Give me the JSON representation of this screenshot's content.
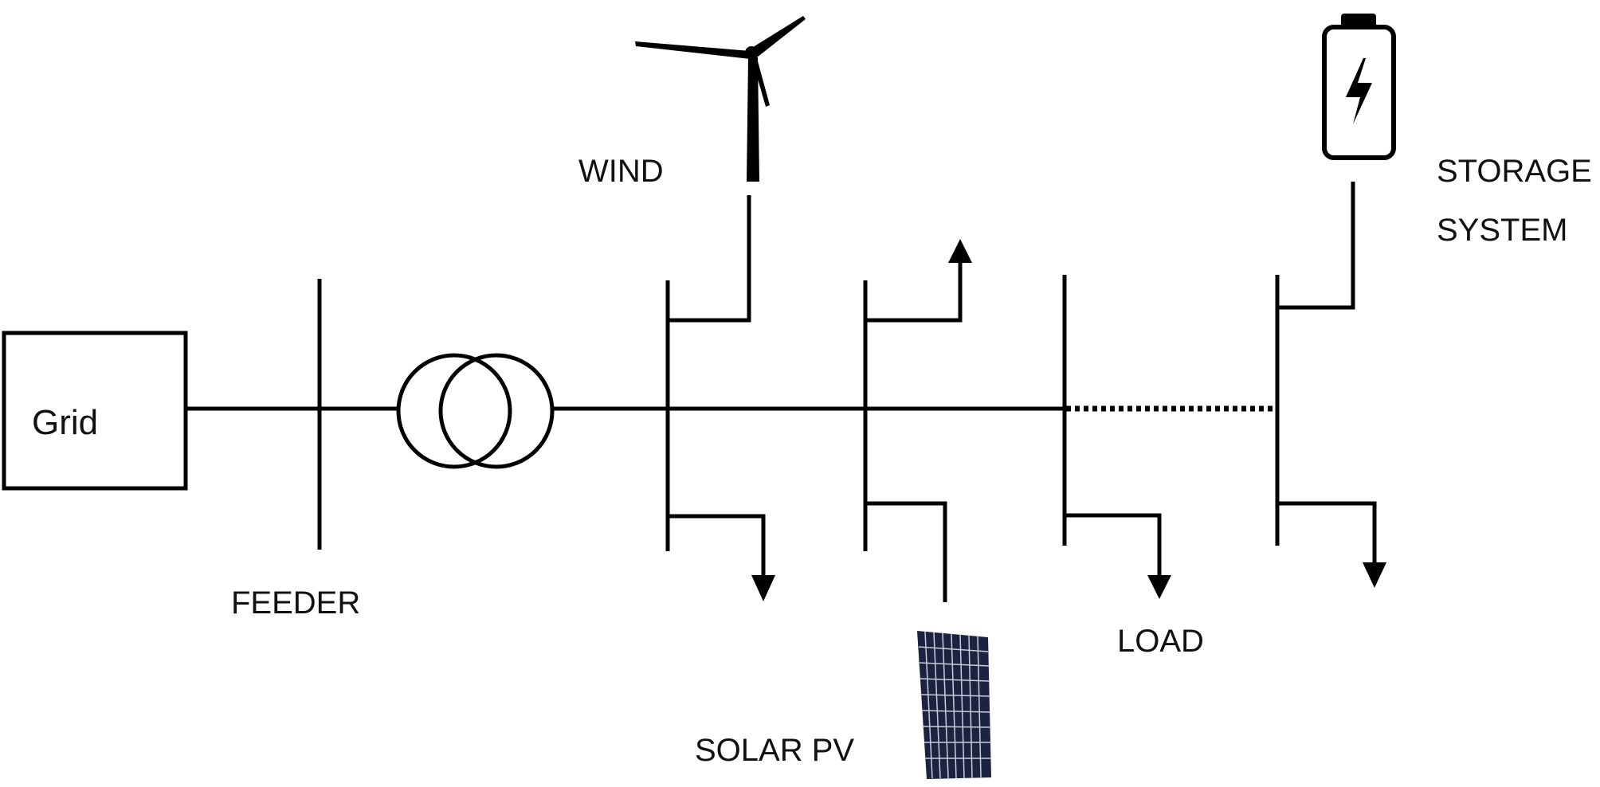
{
  "labels": {
    "grid": "Grid",
    "feeder": "FEEDER",
    "wind": "WIND",
    "solar_pv": "SOLAR PV",
    "load": "LOAD",
    "storage_line1": "STORAGE",
    "storage_line2": "SYSTEM"
  },
  "icons": {
    "wind_turbine": "wind-turbine-icon",
    "solar_panel": "solar-panel-icon",
    "battery": "battery-icon",
    "transformer": "transformer-icon"
  },
  "colors": {
    "line": "#000000",
    "solar_panel": "#1c2340",
    "background": "#ffffff"
  }
}
